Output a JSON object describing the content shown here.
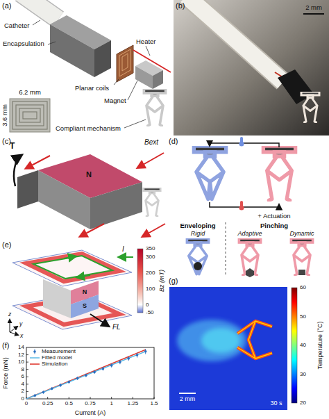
{
  "diagram": {
    "labels": [
      "(a)",
      "Catheter",
      "Encapsulation",
      "Planar coils",
      "Heater",
      "Magnet",
      "Compliant mechanism",
      "6.2 mm",
      "3.6 mm",
      "(b)",
      "2 mm",
      "(c)",
      "T",
      "Bext",
      "N",
      "(d)",
      "+ Actuation",
      "Enveloping",
      "Rigid",
      "Pinching",
      "Adaptive",
      "Dynamic",
      "(e)",
      "I",
      "FL",
      "N",
      "S",
      "z",
      "y",
      "x",
      "350",
      "300",
      "200",
      "100",
      "0",
      "-50",
      "Bz (mT)",
      "(f)",
      "Force (mN)",
      "Current (A)",
      "0",
      "2",
      "4",
      "6",
      "8",
      "10",
      "12",
      "14",
      "0",
      "0.25",
      "0.5",
      "0.75",
      "1",
      "1.25",
      "1.5",
      "(g)",
      "2 mm",
      "30 s",
      "60",
      "50",
      "40",
      "30",
      "20",
      "Temperature (°C)"
    ],
    "legend": [
      {
        "text": "Measurement"
      },
      {
        "text": "Fitted model"
      },
      {
        "text": "Simulation"
      }
    ]
  }
}
